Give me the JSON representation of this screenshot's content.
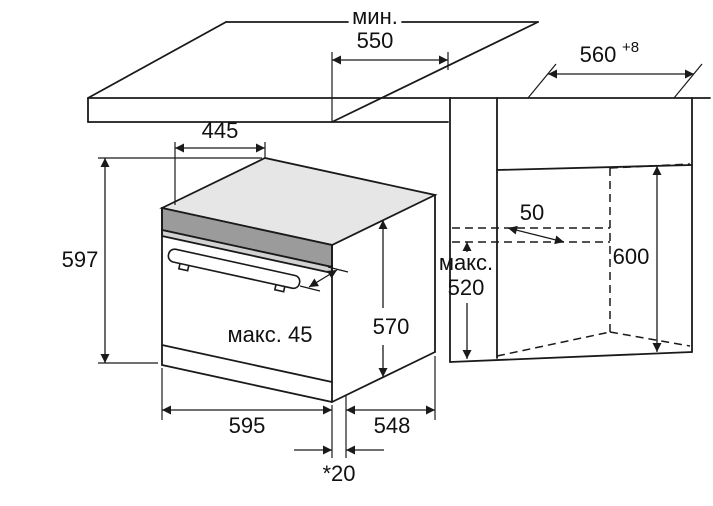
{
  "diagram": {
    "colors": {
      "line": "#1a1a1a",
      "background": "#ffffff",
      "oven_top_face": "#e6e6e6",
      "control_panel_dark": "#9b9b9b",
      "control_panel_light": "#d2d2d2"
    },
    "dimensions": {
      "niche_depth_min": {
        "prefix": "мин.",
        "value": "550"
      },
      "niche_width": {
        "value": "560",
        "tolerance": "+8"
      },
      "top_depth": {
        "value": "445"
      },
      "oven_height": {
        "value": "597"
      },
      "handle_max": {
        "label": "макс. 45"
      },
      "rear_height": {
        "value": "570"
      },
      "recess_max": {
        "prefix": "макс.",
        "value": "520"
      },
      "back_offset": {
        "value": "50"
      },
      "niche_height": {
        "value": "600"
      },
      "oven_width": {
        "value": "595"
      },
      "oven_depth": {
        "value": "548"
      },
      "bottom_gap": {
        "value": "*20"
      }
    }
  }
}
